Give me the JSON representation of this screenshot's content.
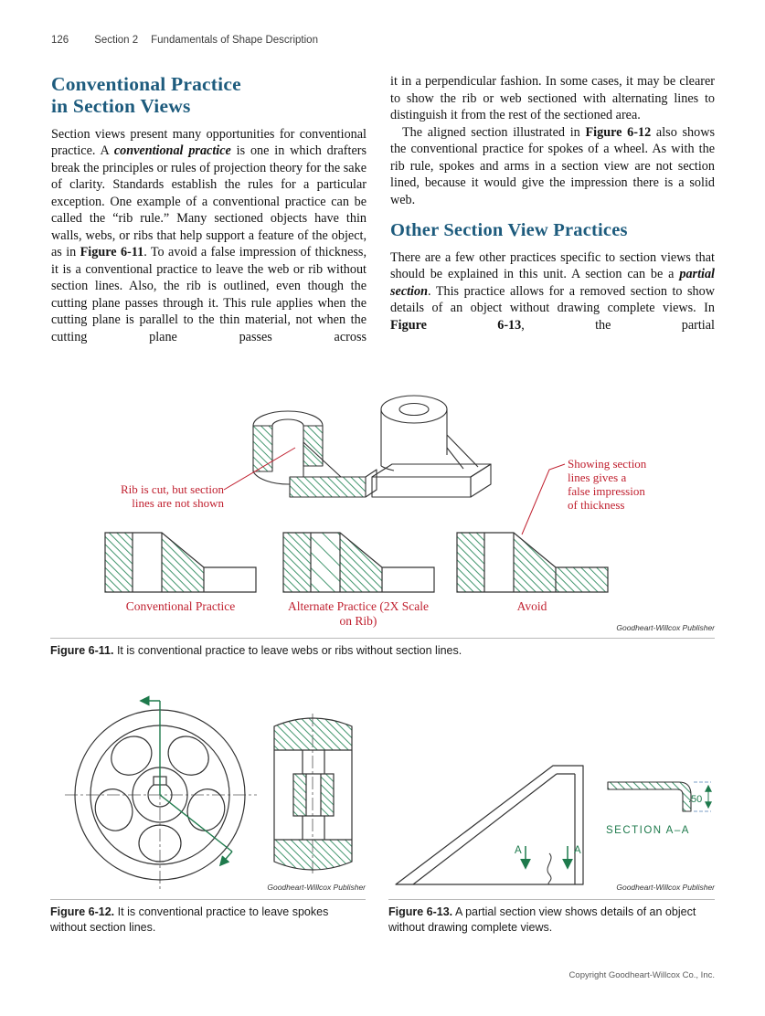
{
  "colors": {
    "heading_blue": "#1d5b7d",
    "annotation_red": "#c0202f",
    "drafting_green": "#1e7a4c",
    "hatch_green": "#2e8b5f"
  },
  "header": {
    "page_number": "126",
    "section": "Section 2",
    "section_title": "Fundamentals of Shape Description"
  },
  "article": {
    "heading_left_line1": "Conventional Practice",
    "heading_left_line2": "in Section Views",
    "p1": [
      {
        "t": "Section views present many opportunities for conventional practice. A "
      },
      {
        "t": "conventional practice",
        "s": "bi"
      },
      {
        "t": " is one in which drafters break the principles or rules of projection theory for the sake of clarity. Standards establish the rules for a particular exception. One example of a conventional practice can be called the “rib rule.” Many sectioned objects have thin walls, webs, or ribs that help support a feature of the object, as in "
      },
      {
        "t": "Figure 6-11",
        "s": "b"
      },
      {
        "t": ". To avoid a false impression of thickness, it is a conventional practice to leave the web or rib without section lines. Also, the rib is outlined, even though the cutting plane passes through it. This rule applies when the cutting plane is parallel to the thin material, not when the cutting plane passes across"
      }
    ],
    "p2": [
      {
        "t": "it in a perpendicular fashion. In some cases, it may be clearer to show the rib or web sectioned with alternating lines to distinguish it from the rest of the sectioned area."
      }
    ],
    "p3": [
      {
        "t": "The aligned section illustrated in "
      },
      {
        "t": "Figure 6-12",
        "s": "b"
      },
      {
        "t": " also shows the conventional practice for spokes of a wheel. As with the rib rule, spokes and arms in a section view are not section lined, because it would give the impression there is a solid web."
      }
    ],
    "heading_right": "Other Section View Practices",
    "p4": [
      {
        "t": "There are a few other practices specific to section views that should be explained in this unit. A section can be a "
      },
      {
        "t": "partial section",
        "s": "bi"
      },
      {
        "t": ". This practice allows for a removed section to show details of an object without drawing complete views. In "
      },
      {
        "t": "Figure 6-13",
        "s": "b"
      },
      {
        "t": ", the partial"
      }
    ]
  },
  "fig11": {
    "annotation_rib": "Rib is cut, but section lines are not shown",
    "annotation_avoid": "Showing section lines gives a false impression of thickness",
    "label_conventional": "Conventional Practice",
    "label_alternate": "Alternate Practice (2X Scale on Rib)",
    "label_avoid": "Avoid",
    "credit": "Goodheart-Willcox Publisher",
    "caption": [
      {
        "t": "Figure 6-11.",
        "s": "b"
      },
      {
        "t": "  It is conventional practice to leave webs or ribs without section lines."
      }
    ]
  },
  "fig12": {
    "credit": "Goodheart-Willcox Publisher",
    "caption": [
      {
        "t": "Figure 6-12.",
        "s": "b"
      },
      {
        "t": "  It is conventional practice to leave spokes without section lines."
      }
    ]
  },
  "fig13": {
    "letter_a": "A",
    "dimension": ".50",
    "section_label": "SECTION A–A",
    "credit": "Goodheart-Willcox Publisher",
    "caption": [
      {
        "t": "Figure 6-13.",
        "s": "b"
      },
      {
        "t": "  A partial section view shows details of an object without drawing complete views."
      }
    ]
  },
  "footer": {
    "copyright": "Copyright Goodheart-Willcox Co., Inc."
  }
}
